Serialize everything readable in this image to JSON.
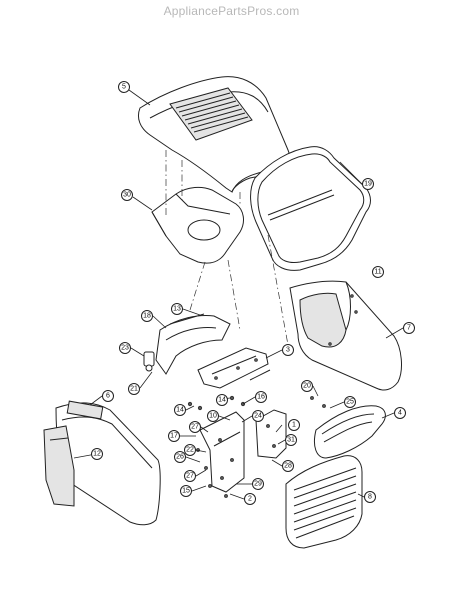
{
  "watermark": "AppliancePartsPros.com",
  "callouts": [
    {
      "id": "c5",
      "label": "5"
    },
    {
      "id": "c30",
      "label": "30"
    },
    {
      "id": "c19",
      "label": "19"
    },
    {
      "id": "c11",
      "label": "11"
    },
    {
      "id": "c7",
      "label": "7"
    },
    {
      "id": "c13",
      "label": "13"
    },
    {
      "id": "c18",
      "label": "18"
    },
    {
      "id": "c23",
      "label": "23"
    },
    {
      "id": "c3",
      "label": "3"
    },
    {
      "id": "c21",
      "label": "21"
    },
    {
      "id": "c6",
      "label": "6"
    },
    {
      "id": "c20",
      "label": "20"
    },
    {
      "id": "c25",
      "label": "25"
    },
    {
      "id": "c4",
      "label": "4"
    },
    {
      "id": "c16",
      "label": "16"
    },
    {
      "id": "c14a",
      "label": "14"
    },
    {
      "id": "c14b",
      "label": "14"
    },
    {
      "id": "c10",
      "label": "10"
    },
    {
      "id": "c24",
      "label": "24"
    },
    {
      "id": "c1",
      "label": "1"
    },
    {
      "id": "c27a",
      "label": "27"
    },
    {
      "id": "c17",
      "label": "17"
    },
    {
      "id": "c31",
      "label": "31"
    },
    {
      "id": "c12",
      "label": "12"
    },
    {
      "id": "c22",
      "label": "22"
    },
    {
      "id": "c28",
      "label": "28"
    },
    {
      "id": "c26",
      "label": "26"
    },
    {
      "id": "c27b",
      "label": "27"
    },
    {
      "id": "c29",
      "label": "29"
    },
    {
      "id": "c15",
      "label": "15"
    },
    {
      "id": "c2",
      "label": "2"
    },
    {
      "id": "c8",
      "label": "8"
    }
  ]
}
